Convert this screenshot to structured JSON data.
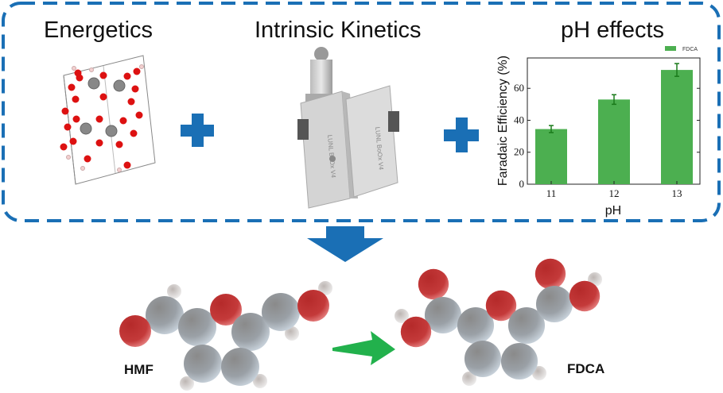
{
  "panels": {
    "energetics": "Energetics",
    "kinetics": "Intrinsic Kinetics",
    "ph_effects": "pH effects"
  },
  "device_label": "LUNL BoOx V4",
  "molecules": {
    "reactant": "HMF",
    "product": "FDCA"
  },
  "colors": {
    "dash": "#1a6fb5",
    "plus": "#1a6fb5",
    "arrow_down": "#1a6fb5",
    "arrow_react": "#22b14c",
    "bar": "#4caf50",
    "err": "#1a7a1a"
  },
  "chart_data": {
    "type": "bar",
    "title": "pH effects",
    "categories": [
      "11",
      "12",
      "13"
    ],
    "series": [
      {
        "name": "FDCA",
        "values": [
          34.5,
          53,
          71.5
        ],
        "errors": [
          2.2,
          3,
          4
        ]
      }
    ],
    "xlabel": "pH",
    "ylabel": "Faradaic Efficiency (%)",
    "ylim": [
      0,
      79
    ],
    "yticks": [
      0,
      20,
      40,
      60
    ],
    "legend": "top-right",
    "grid": false
  }
}
